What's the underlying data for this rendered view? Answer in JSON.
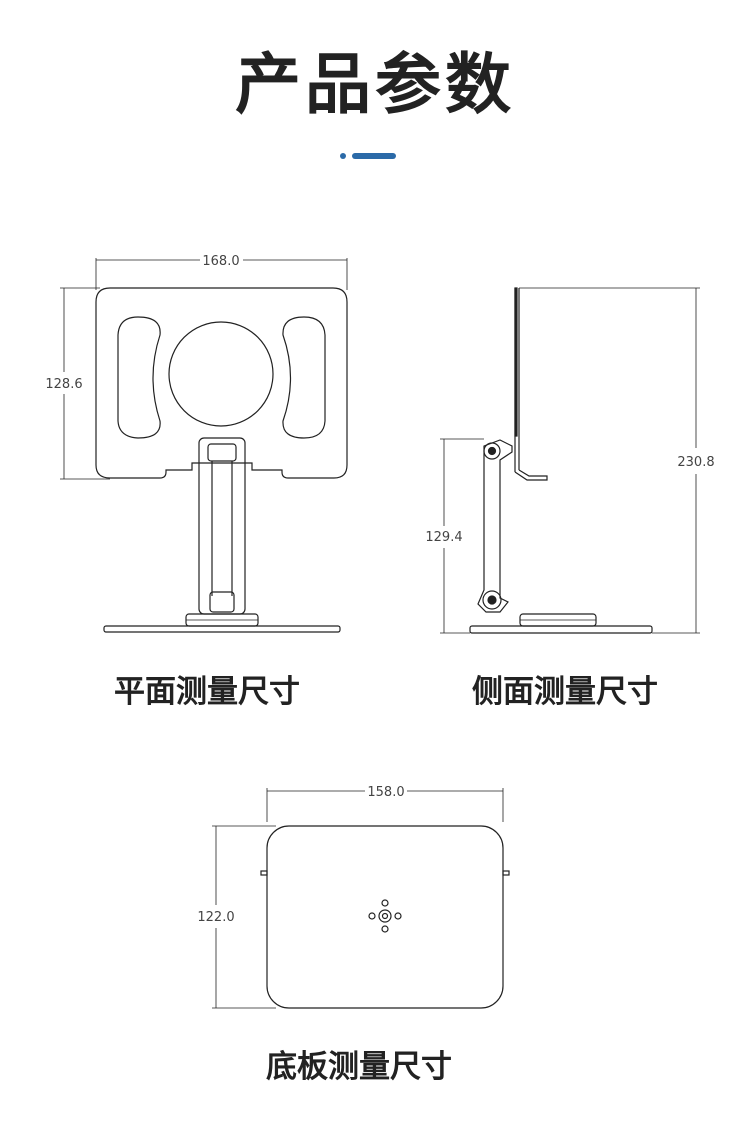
{
  "title": "产品参数",
  "accent_color": "#2b6aa8",
  "captions": {
    "front": "平面测量尺寸",
    "side": "侧面测量尺寸",
    "base": "底板测量尺寸"
  },
  "dimensions": {
    "front_width": "168.0",
    "front_height": "128.6",
    "side_height_total": "230.8",
    "side_height_hinge": "129.4",
    "base_width": "158.0",
    "base_height": "122.0"
  }
}
